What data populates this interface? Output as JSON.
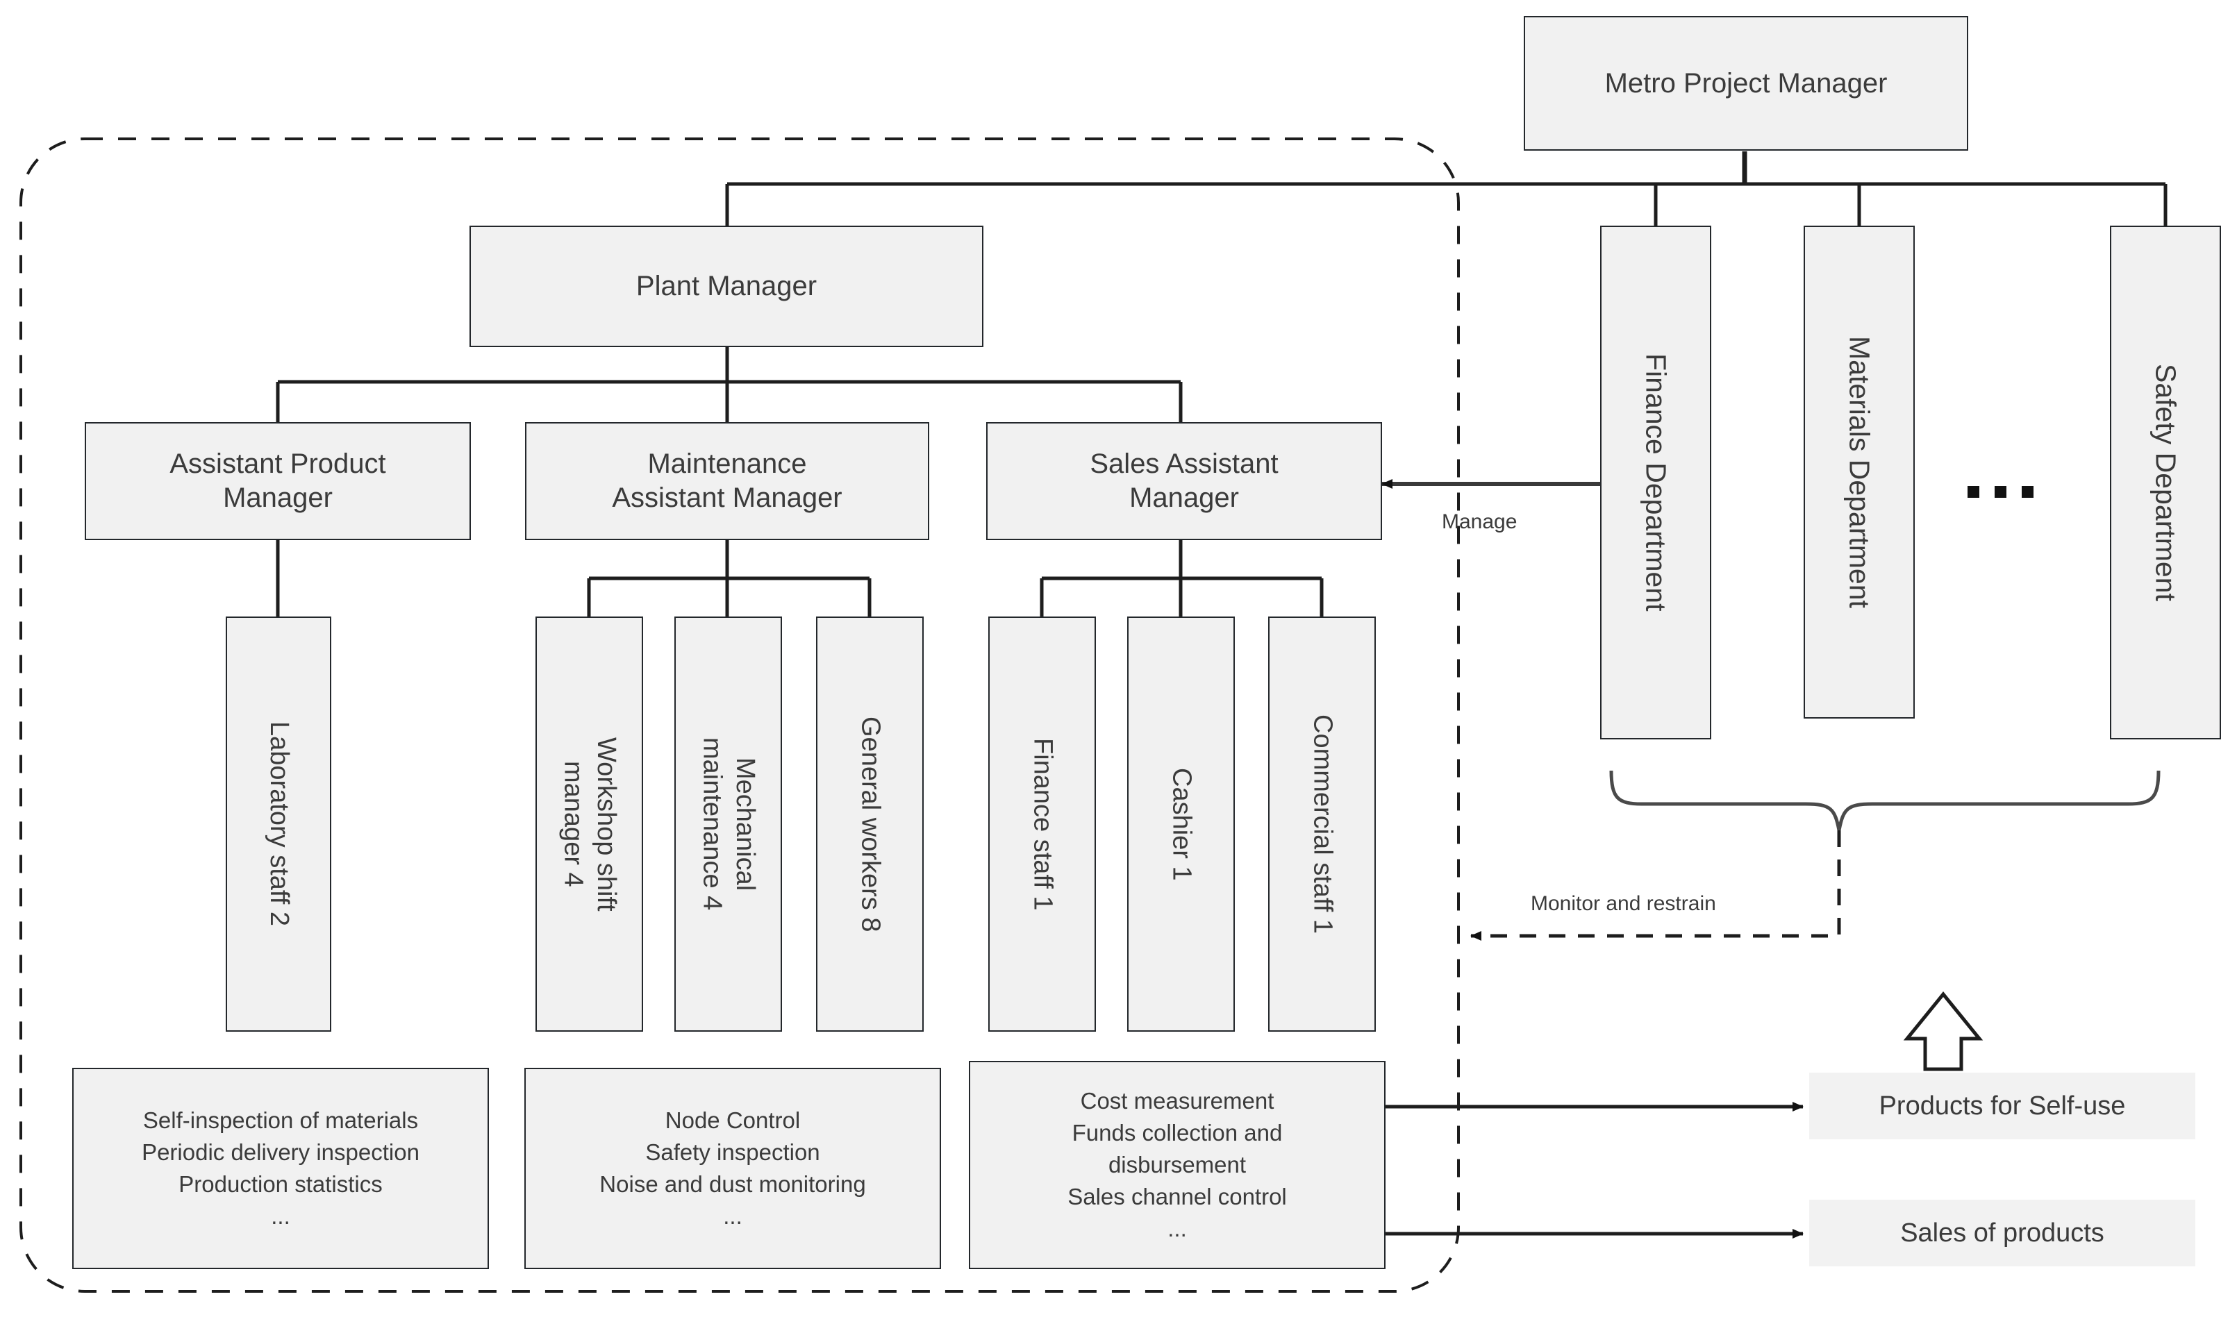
{
  "diagram": {
    "title_node": "Metro Project Manager",
    "boundary_label": "",
    "nodes": {
      "metro_project_manager": "Metro Project Manager",
      "plant_manager": "Plant Manager",
      "assistant_product_manager": "Assistant Product\nManager",
      "maintenance_assistant_manager": "Maintenance\nAssistant Manager",
      "sales_assistant_manager": "Sales Assistant\nManager",
      "laboratory_staff": "Laboratory staff 2",
      "workshop_shift_manager": "Workshop shift\nmanager 4",
      "mechanical_maintenance": "Mechanical\nmaintenance 4",
      "general_workers": "General workers 8",
      "finance_staff": "Finance staff 1",
      "cashier": "Cashier 1",
      "commercial_staff": "Commercial staff 1",
      "finance_department": "Finance Department",
      "materials_department": "Materials Department",
      "safety_department": "Safety Department",
      "products_self_use": "Products for Self-use",
      "sales_of_products": "Sales of products"
    },
    "duty_blocks": {
      "product": "Self-inspection of materials\nPeriodic delivery inspection\nProduction statistics\n...",
      "maintenance": "Node Control\nSafety inspection\nNoise and dust monitoring\n...",
      "sales": "Cost measurement\nFunds collection and\ndisbursement\nSales channel control\n..."
    },
    "edge_labels": {
      "manage": "Manage",
      "monitor_restrain": "Monitor and restrain"
    },
    "more_departments_ellipsis": "...",
    "colors": {
      "node_fill": "#f1f1f1",
      "node_stroke": "#23272b",
      "text": "#3b3b3b",
      "line": "#2b2b2b",
      "plain_fill": "#f2f2f2",
      "background": "#ffffff"
    }
  }
}
